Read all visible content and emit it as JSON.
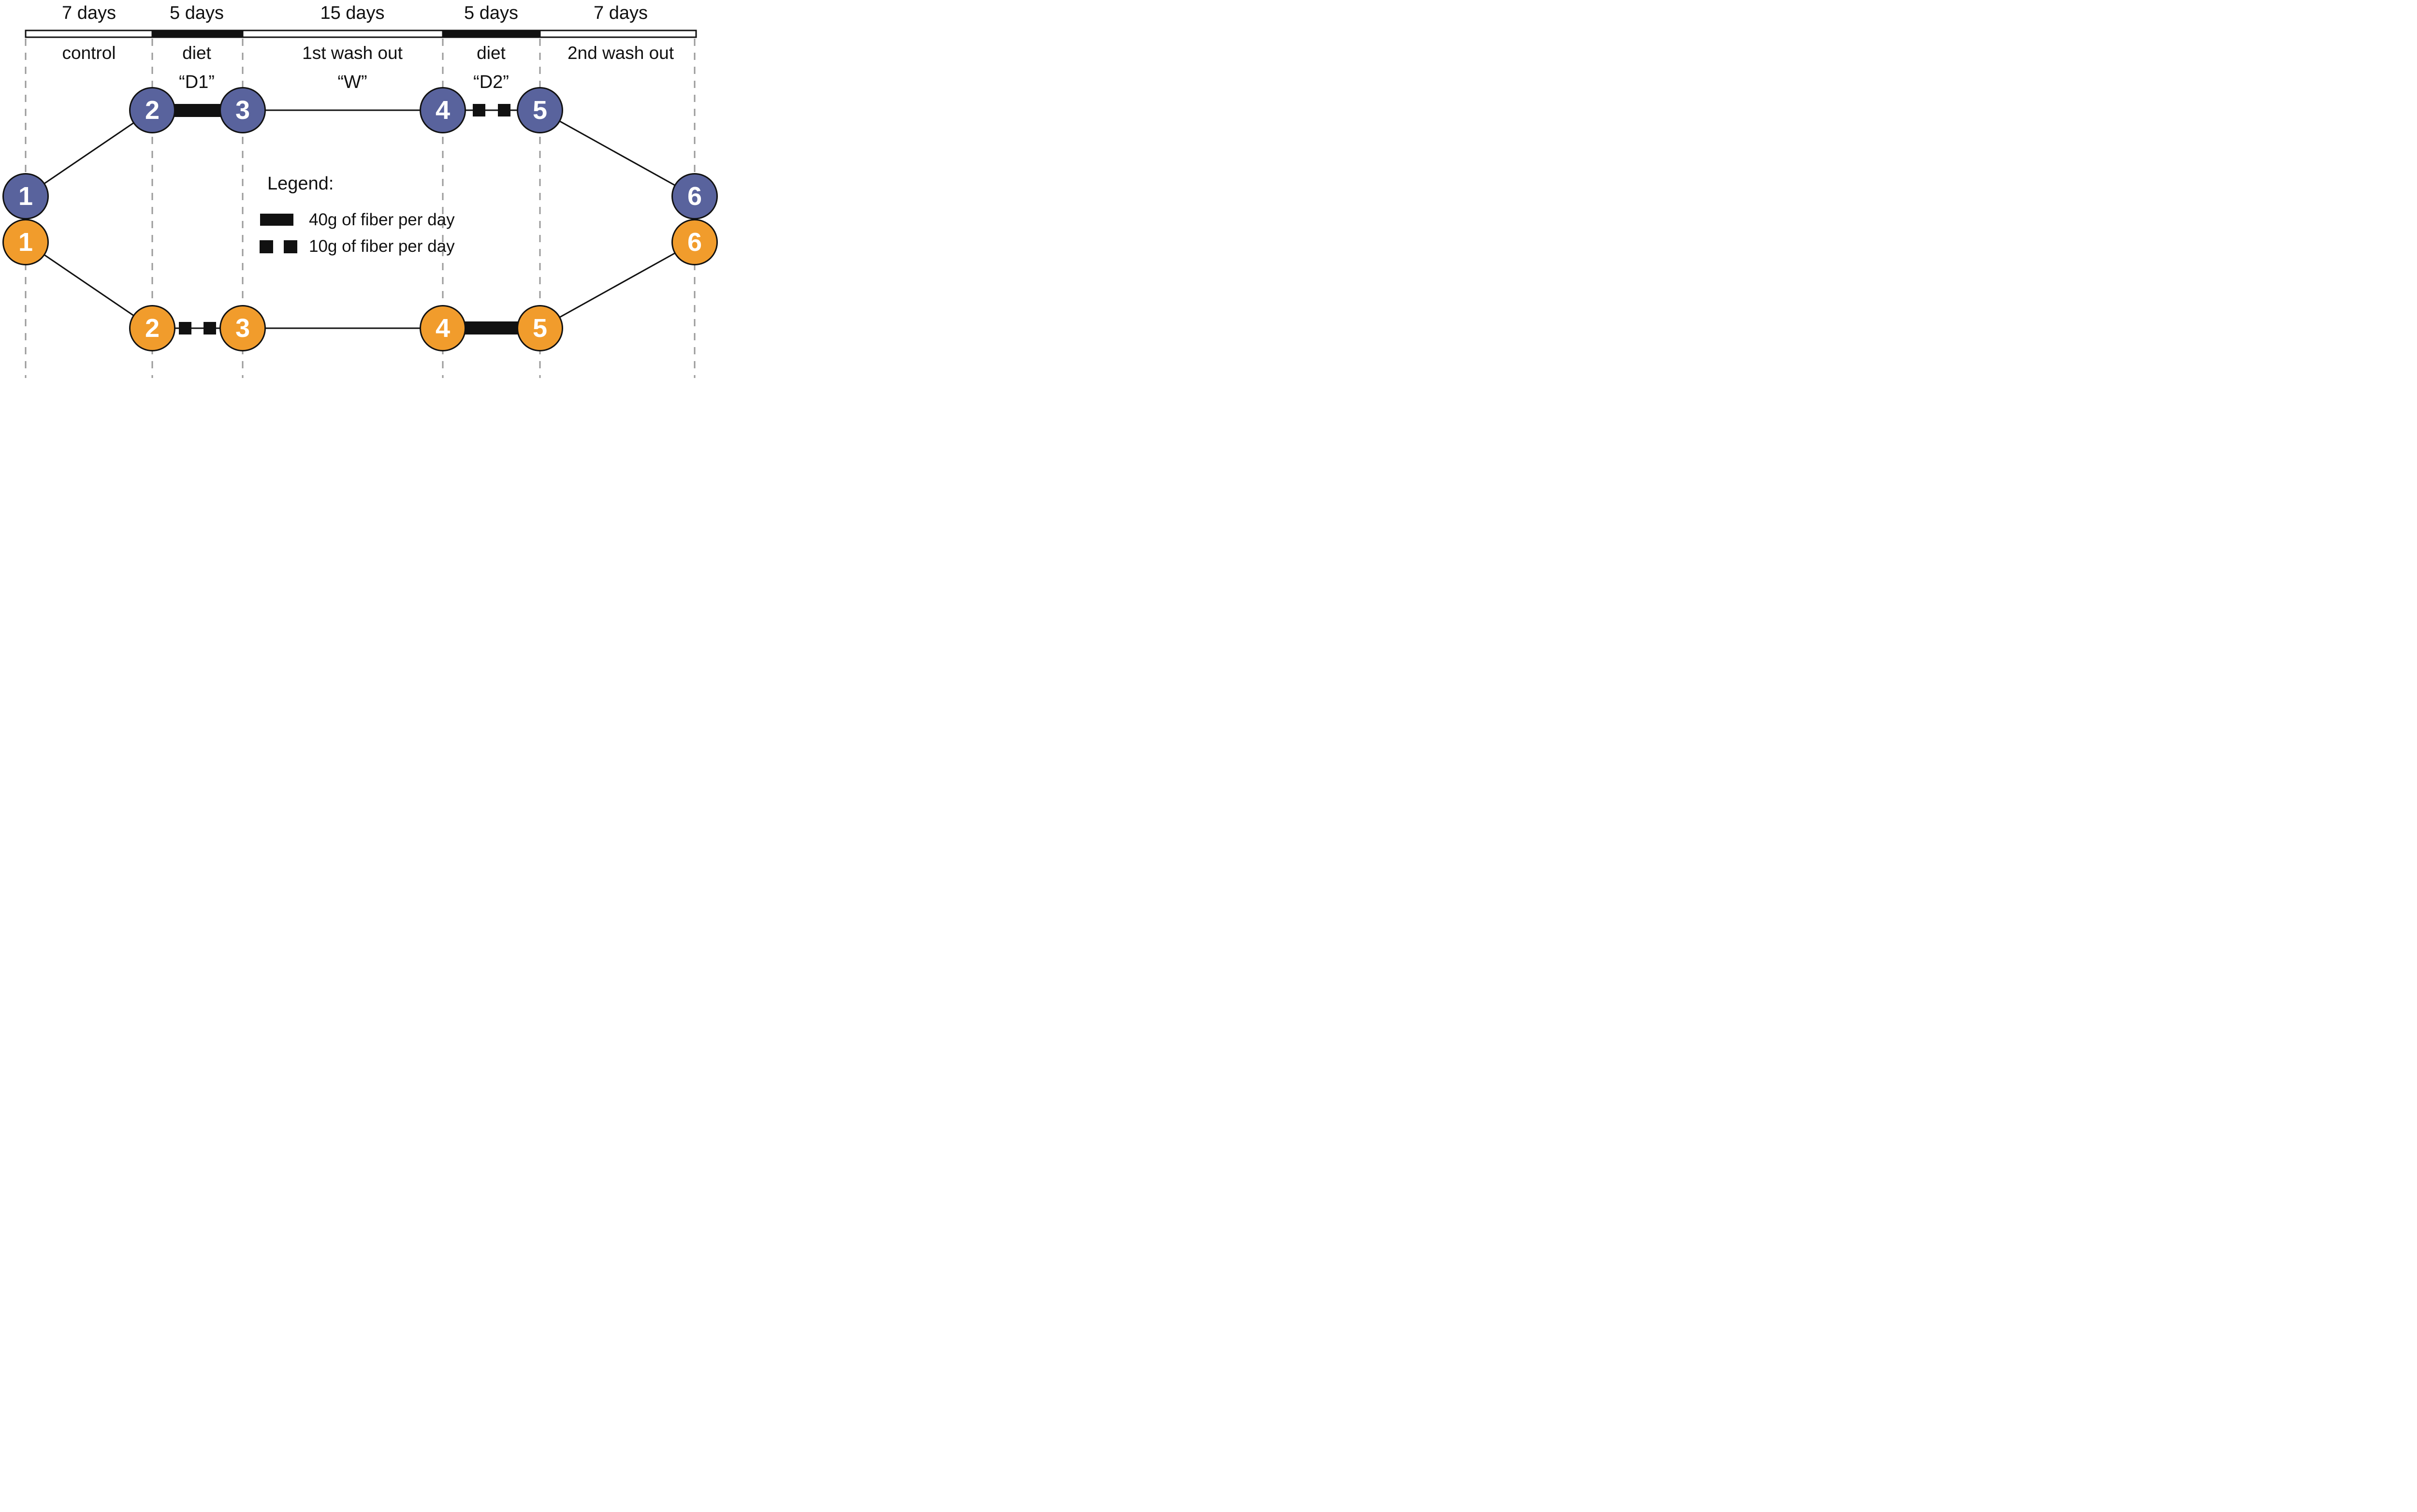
{
  "timeline": {
    "segments": [
      {
        "duration": "7 days",
        "phase": "control",
        "code": ""
      },
      {
        "duration": "5 days",
        "phase": "diet",
        "code": "“D1”"
      },
      {
        "duration": "15 days",
        "phase": "1st wash out",
        "code": "“W”"
      },
      {
        "duration": "5 days",
        "phase": "diet",
        "code": "“D2”"
      },
      {
        "duration": "7 days",
        "phase": "2nd wash out",
        "code": ""
      }
    ]
  },
  "arms": {
    "blue": {
      "sequence": [
        "1",
        "2",
        "3",
        "4",
        "5",
        "6"
      ],
      "interventions": [
        {
          "between_nodes": "2-3",
          "dose": "40g of fiber per day"
        },
        {
          "between_nodes": "4-5",
          "dose": "10g of fiber per day"
        }
      ]
    },
    "orange": {
      "sequence": [
        "1",
        "2",
        "3",
        "4",
        "5",
        "6"
      ],
      "interventions": [
        {
          "between_nodes": "2-3",
          "dose": "10g of fiber per day"
        },
        {
          "between_nodes": "4-5",
          "dose": "40g of fiber per day"
        }
      ]
    }
  },
  "legend": {
    "title": "Legend:",
    "items": [
      {
        "swatch": "thick-bar",
        "label": "40g of fiber per day"
      },
      {
        "swatch": "two-squares",
        "label": "10g of fiber per day"
      }
    ]
  },
  "colors": {
    "blue_node": "#59639D",
    "orange_node": "#F19C2C",
    "line": "#111111",
    "dashed_boundary": "#9A9A9A",
    "node_number": "#FFFFFF",
    "background": "#FFFFFF"
  }
}
